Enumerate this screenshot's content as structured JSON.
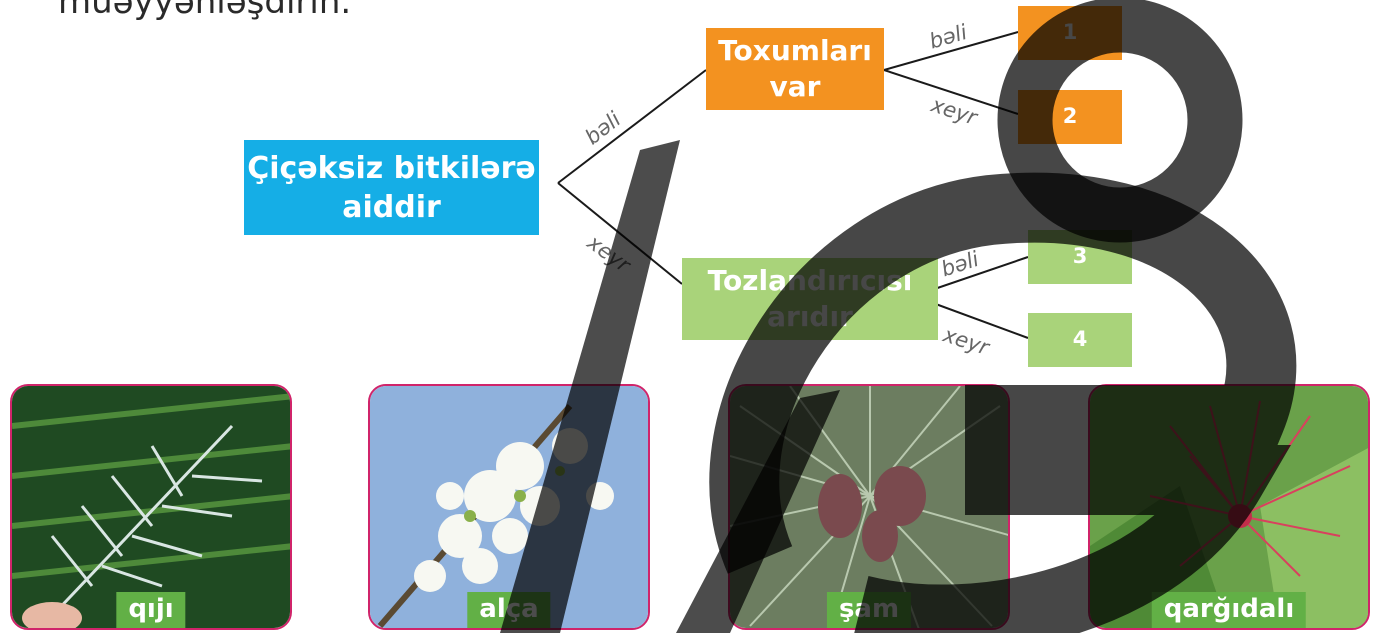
{
  "intro_text": "müəyyənləşdirin.",
  "tree": {
    "root": {
      "line1": "Çiçəksiz bitkilərə",
      "line2": "aiddir"
    },
    "seeds_node": {
      "line1": "Toxumları",
      "line2": "var"
    },
    "pollinator_node": {
      "line1": "Tozlandırıcısı",
      "line2": "arıdır"
    },
    "edge_labels": {
      "root_yes": "bəli",
      "root_no": "xeyr",
      "seeds_yes": "bəli",
      "seeds_no": "xeyr",
      "poll_yes": "bəli",
      "poll_no": "xeyr"
    },
    "leaves": [
      "1",
      "2",
      "3",
      "4"
    ]
  },
  "plants": [
    {
      "caption": "qıjı",
      "image": "fern-photo"
    },
    {
      "caption": "alça",
      "image": "blossom-photo"
    },
    {
      "caption": "şam",
      "image": "pine-photo"
    },
    {
      "caption": "qarğıdalı",
      "image": "red-flower-photo"
    }
  ],
  "colors": {
    "root": "#15aee6",
    "seeds": "#f39220",
    "pollinator": "#a9d37a",
    "caption": "#62b046",
    "card_border": "#d0246a"
  }
}
